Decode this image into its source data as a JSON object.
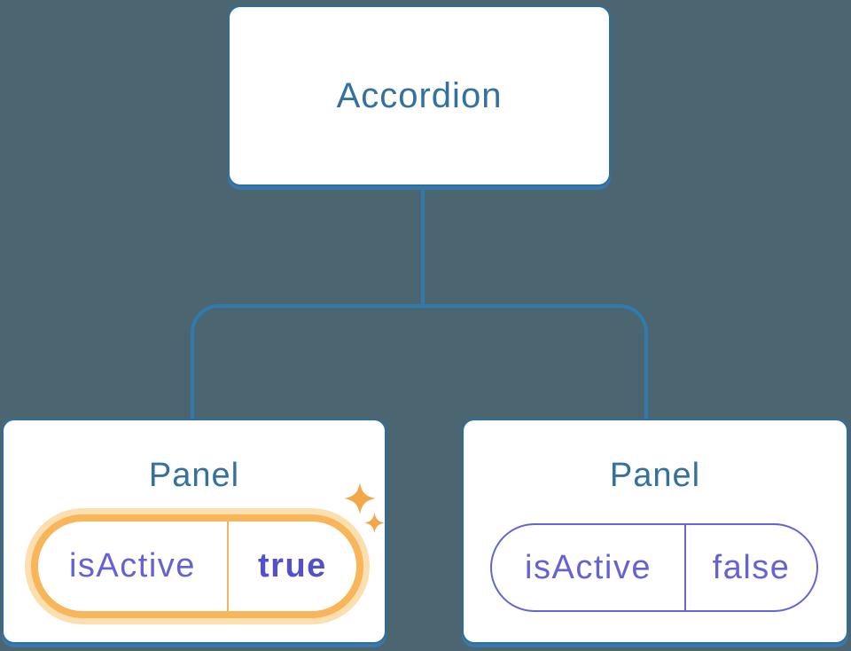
{
  "diagram": {
    "type": "component-tree",
    "root": {
      "label": "Accordion"
    },
    "children": [
      {
        "label": "Panel",
        "state": {
          "key": "isActive",
          "value": "true"
        },
        "highlighted": true,
        "badge": "sparkles"
      },
      {
        "label": "Panel",
        "state": {
          "key": "isActive",
          "value": "false"
        },
        "highlighted": false
      }
    ]
  },
  "colors": {
    "background": "#4C6671",
    "node_fill": "#FFFFFF",
    "node_border": "#2E6E9F",
    "node_shadow": "#3A78AC",
    "node_text": "#35719F",
    "connector": "#2E7BAD",
    "state_text": "#6562D4",
    "state_value_active": "#5450CC",
    "state_border": "#6366D4",
    "highlight_ring": "#F8B55A",
    "highlight_halo": "#FBDFB0",
    "highlight_divider": "#F2B365",
    "sparkle": "#F3A848"
  }
}
